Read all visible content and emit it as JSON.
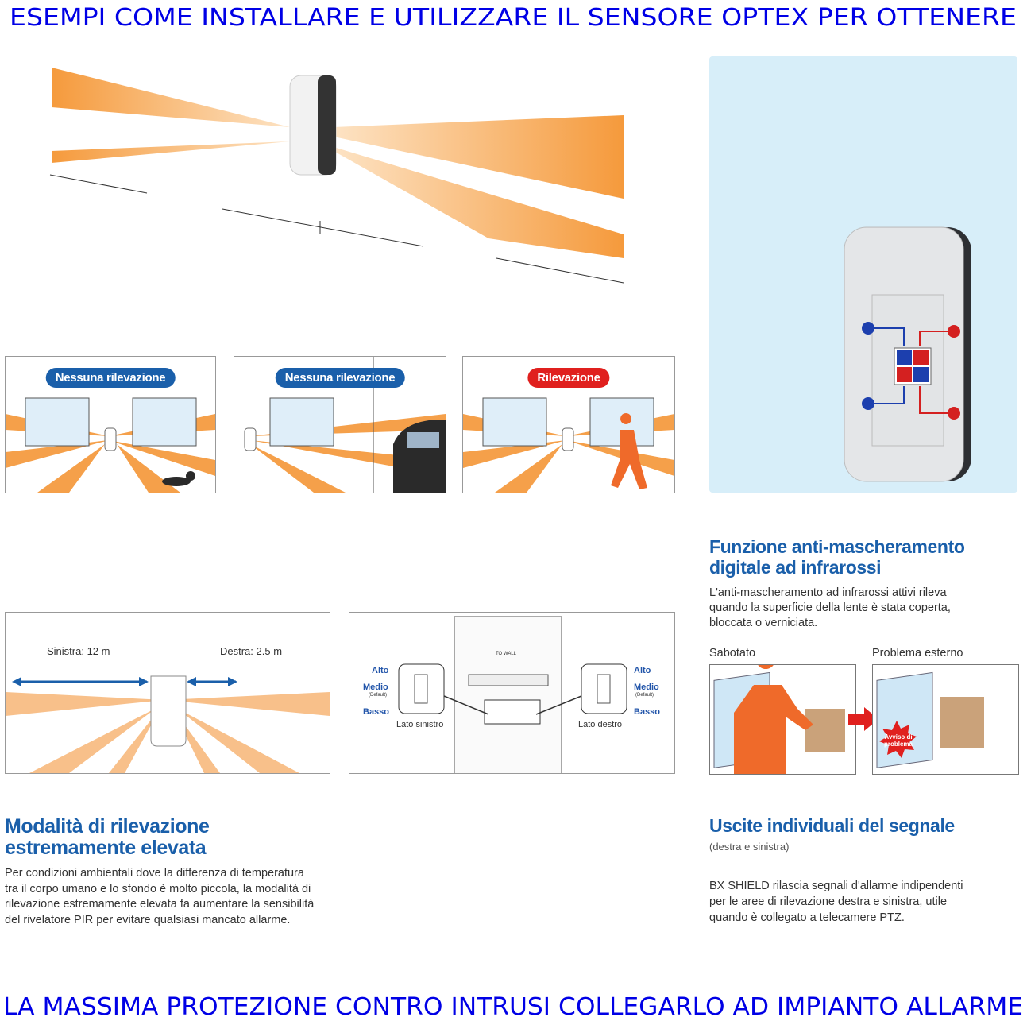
{
  "header": {
    "title": "ESEMPI COME INSTALLARE E UTILIZZARE IL SENSORE OPTEX PER OTTENERE"
  },
  "footer": {
    "title": "LA MASSIMA PROTEZIONE CONTRO INTRUSI COLLEGARLO AD IMPIANTO ALLARME"
  },
  "colors": {
    "banner": "#0000e6",
    "heading": "#1a5faa",
    "beam": "#f5a04a",
    "badge_blue": "#1a5faa",
    "badge_red": "#e0201e",
    "panel_bg": "#d7eef9"
  },
  "scenarios": [
    {
      "badge": "Nessuna rilevazione",
      "subject": "dog"
    },
    {
      "badge": "Nessuna rilevazione",
      "subject": "car"
    },
    {
      "badge": "Rilevazione",
      "subject": "person"
    }
  ],
  "range_diagram": {
    "left": "Sinistra: 12 m",
    "right": "Destra: 2.5 m"
  },
  "switch_diagram": {
    "levels": [
      "Alto",
      "Medio",
      "Basso"
    ],
    "default": "(Default)",
    "left": "Lato sinistro",
    "right": "Lato destro",
    "board_label": "TO WALL"
  },
  "anti_masking": {
    "title_line1": "Funzione anti-mascheramento",
    "title_line2": "digitale ad infrarossi",
    "text": [
      "L'anti-mascheramento ad infrarossi attivi rileva",
      "quando la superficie della lente è stata coperta,",
      "bloccata o verniciata."
    ],
    "label_left": "Sabotato",
    "label_right": "Problema esterno",
    "burst_line1": "Avviso di",
    "burst_line2": "problema"
  },
  "high_sensitivity": {
    "title_line1": "Modalità di rilevazione",
    "title_line2": "estremamente elevata",
    "text": [
      "Per condizioni ambientali dove la differenza di temperatura",
      "tra il corpo umano e lo sfondo è molto piccola, la modalità di",
      "rilevazione estremamente elevata fa aumentare la sensibilità",
      "del rivelatore PIR per evitare qualsiasi mancato allarme."
    ]
  },
  "outputs": {
    "title": "Uscite individuali del segnale",
    "subtitle": "(destra e sinistra)",
    "text": [
      "BX SHIELD rilascia segnali d'allarme indipendenti",
      "per le aree di rilevazione destra e sinistra, utile",
      "quando è collegato a telecamere PTZ."
    ]
  }
}
